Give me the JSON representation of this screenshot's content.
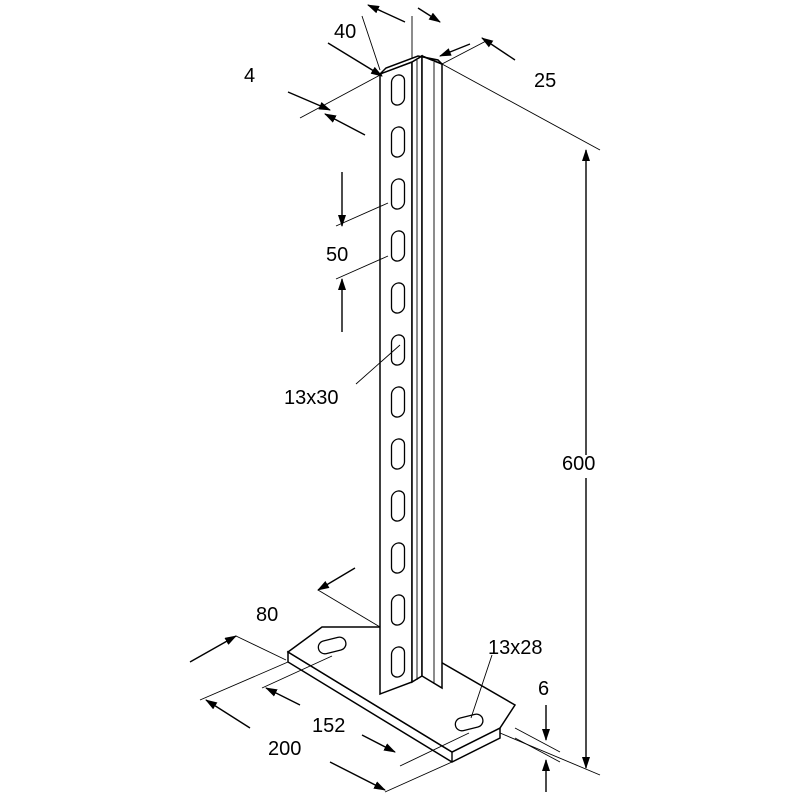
{
  "drawing": {
    "dimensions": {
      "width_40": "40",
      "thickness_4": "4",
      "depth_25": "25",
      "pitch_50": "50",
      "slot_13x30": "13x30",
      "height_600": "600",
      "base_width_80": "80",
      "base_slot_13x28": "13x28",
      "base_thickness_6": "6",
      "hole_spacing_152": "152",
      "base_length_200": "200"
    }
  }
}
